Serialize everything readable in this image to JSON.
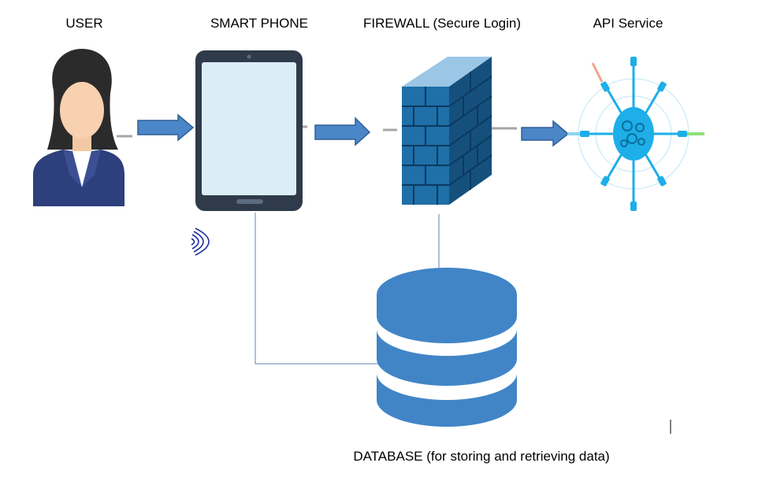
{
  "labels": {
    "user": "USER",
    "phone": "SMART PHONE",
    "firewall": "FIREWALL (Secure Login)",
    "api": "API Service",
    "database": "DATABASE (for storing and retrieving data)"
  },
  "icons": {
    "user": "user-icon",
    "phone": "smartphone-icon",
    "wireless": "wireless-signal-icon",
    "firewall": "firewall-icon",
    "api": "api-service-icon",
    "database": "database-icon"
  },
  "colors": {
    "arrow_fill": "#4a86c8",
    "arrow_stroke": "#2f5f95",
    "connector_line": "#5b82b8",
    "dash": "#a6a6a6",
    "phone_body": "#2f3a4a",
    "phone_screen": "#dbeef8",
    "firewall_front": "#1f6fa8",
    "firewall_side": "#15507d",
    "database": "#4185c7",
    "api_hub": "#1eaee8",
    "wireless": "#1d2ea0"
  }
}
